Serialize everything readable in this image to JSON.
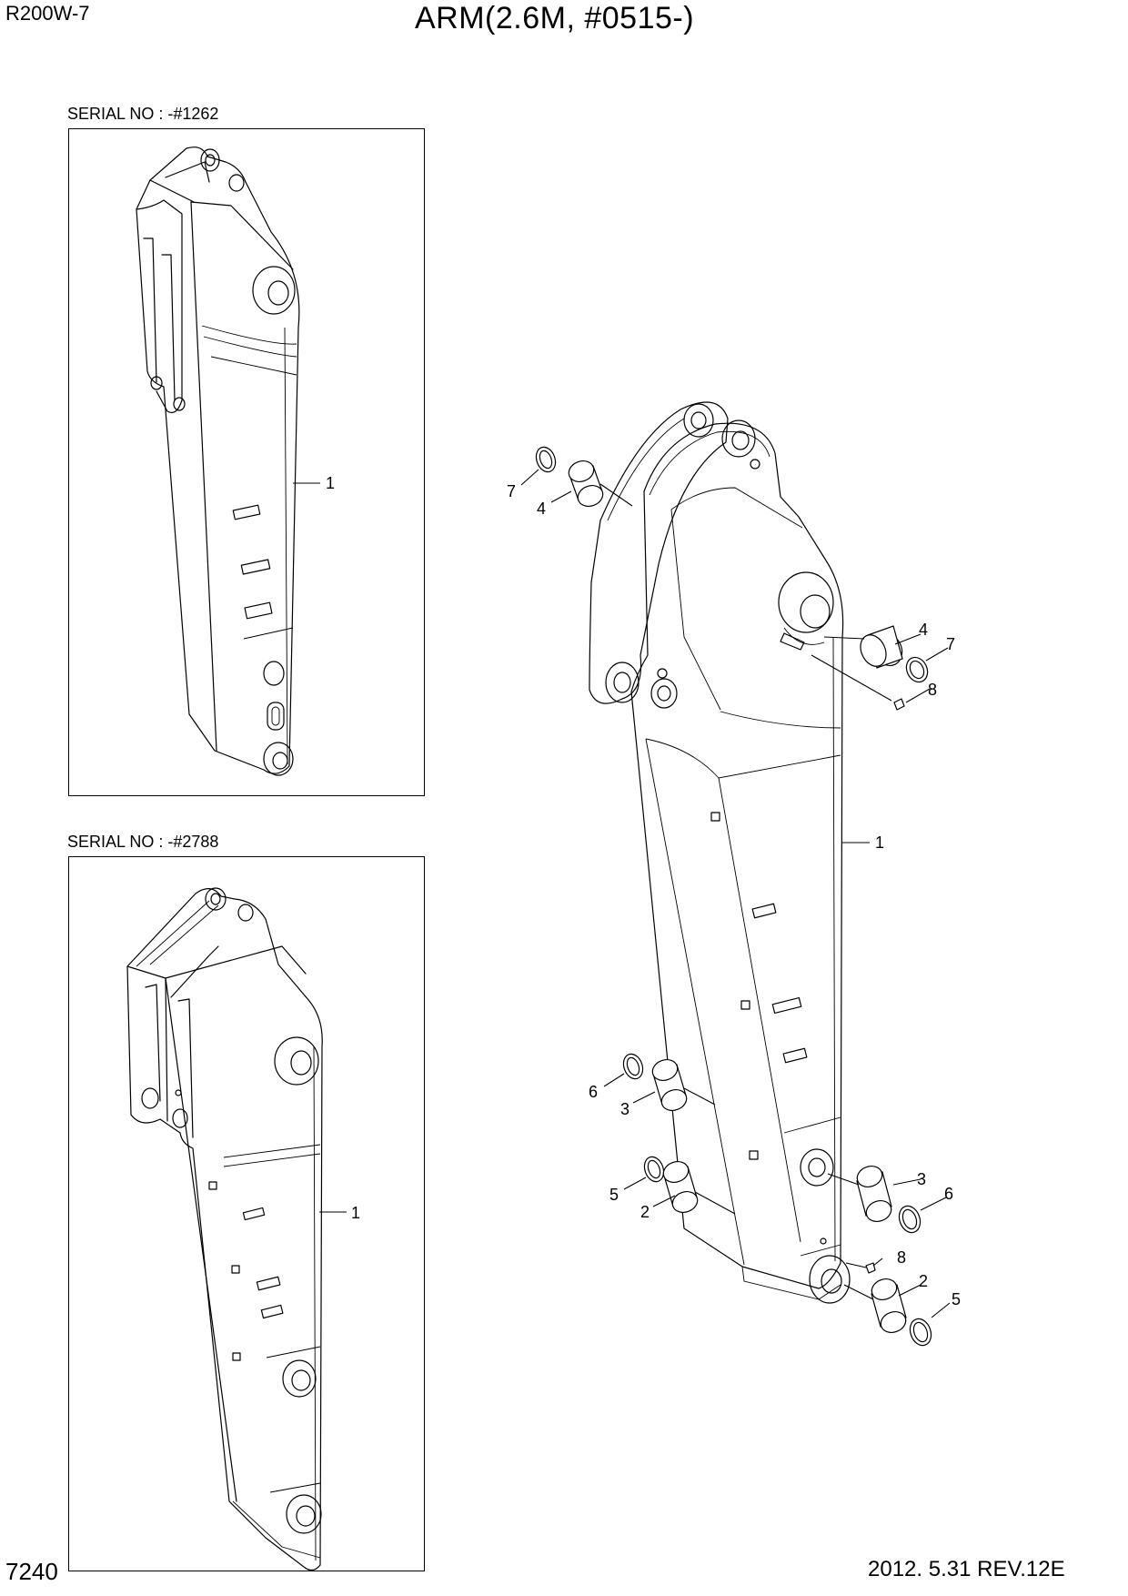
{
  "header": {
    "model": "R200W-7",
    "title": "ARM(2.6M, #0515-)"
  },
  "views": [
    {
      "serial_label": "SERIAL NO : -#1262",
      "callouts": [
        "1"
      ]
    },
    {
      "serial_label": "SERIAL NO : -#2788",
      "callouts": [
        "1"
      ]
    }
  ],
  "main_view": {
    "callouts": [
      "7",
      "4",
      "4",
      "7",
      "8",
      "1",
      "6",
      "3",
      "5",
      "2",
      "3",
      "6",
      "8",
      "2",
      "5"
    ]
  },
  "footer": {
    "page_number": "7240",
    "revision": "2012. 5.31  REV.12E"
  }
}
